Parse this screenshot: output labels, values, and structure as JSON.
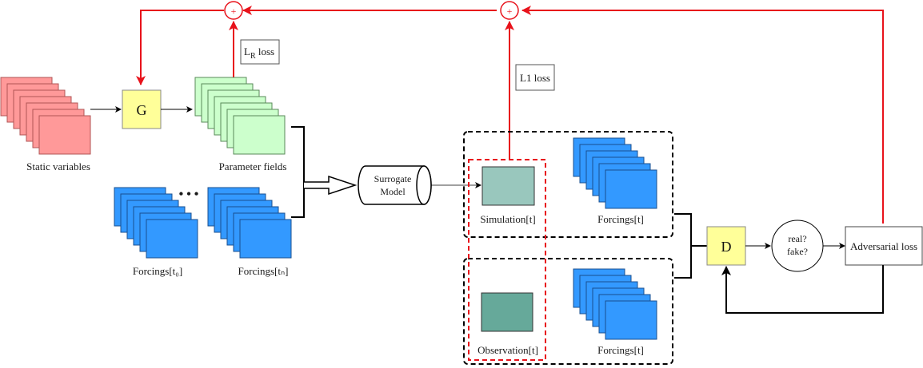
{
  "diagram": {
    "type": "GAN-based surrogate model training architecture",
    "colors": {
      "static": "#ff9999",
      "param": "#ccffcc",
      "forcing": "#3399ff",
      "simulation": "#99c7bd",
      "observation": "#66a99a",
      "block": "#ffff99",
      "loss_path": "#e8121b",
      "line": "#000000"
    },
    "nodes": {
      "static_variables": "Static variables",
      "generator": "G",
      "parameter_fields": "Parameter fields",
      "forcings_t0": "Forcings[t₀]",
      "forcings_tn": "Forcings[tₙ]",
      "ellipsis": "• • •",
      "surrogate_line1": "Surrogate",
      "surrogate_line2": "Model",
      "simulation": "Simulation[t]",
      "forcings_sim": "Forcings[t]",
      "observation": "Observation[t]",
      "forcings_obs": "Forcings[t]",
      "discriminator": "D",
      "decision_line1": "real?",
      "decision_line2": "fake?",
      "adversarial_loss": "Adversarial loss",
      "l1_loss": "L1 loss",
      "lr_loss_main": "L",
      "lr_loss_sub": "R",
      "lr_loss_suffix": " loss",
      "sum_symbol": "+"
    }
  }
}
